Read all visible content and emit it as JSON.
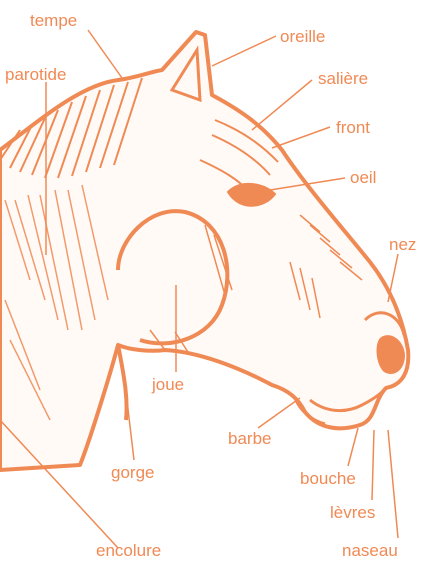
{
  "colors": {
    "ink": "#f08a55",
    "paper": "#ffffff"
  },
  "labels": {
    "tempe": "tempe",
    "parotide": "parotide",
    "oreille": "oreille",
    "saliere": "salière",
    "front": "front",
    "oeil": "oeil",
    "nez": "nez",
    "joue": "joue",
    "barbe": "barbe",
    "gorge": "gorge",
    "bouche": "bouche",
    "levres": "lèvres",
    "encolure": "encolure",
    "naseau": "naseau"
  }
}
